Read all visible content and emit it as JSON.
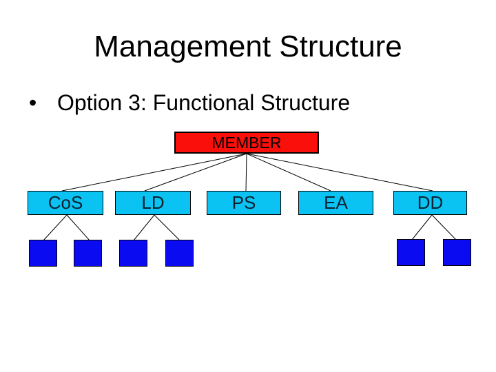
{
  "slide": {
    "title": "Management Structure",
    "bullet_marker": "•",
    "bullet_text": "Option 3: Functional Structure",
    "background_color": "#ffffff",
    "text_color": "#000000"
  },
  "org_chart": {
    "root": {
      "label": "MEMBER",
      "fill_color": "#fb0f0b",
      "text_color": "#000000"
    },
    "departments": [
      {
        "label": "CoS",
        "subunit_count": 2
      },
      {
        "label": "LD",
        "subunit_count": 2
      },
      {
        "label": "PS",
        "subunit_count": 0
      },
      {
        "label": "EA",
        "subunit_count": 0
      },
      {
        "label": "DD",
        "subunit_count": 2
      }
    ],
    "department_fill_color": "#0ac3f2",
    "department_text_color": "#0a2030",
    "subunit_fill_color": "#0b0bf2",
    "border_color": "#000000",
    "line_color": "#000000"
  }
}
